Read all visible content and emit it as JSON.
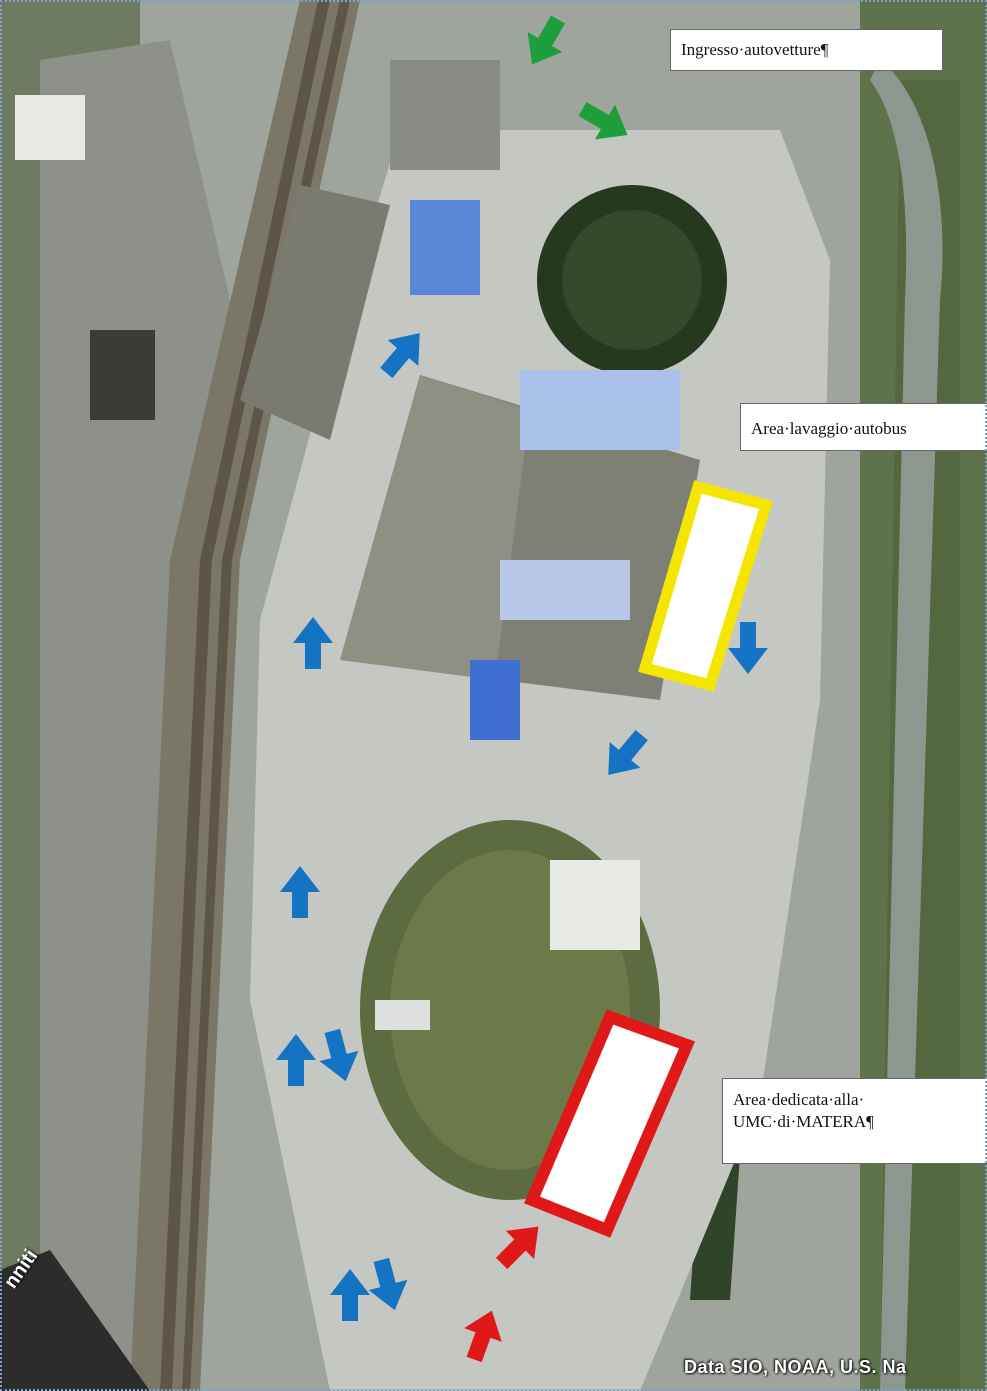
{
  "labels": {
    "car_entrance": "Ingresso·autovetture¶",
    "bus_wash_area": "Area·lavaggio·autobus",
    "umc_area_line1": "Area·dedicata·alla·",
    "umc_area_line2": "UMC·di·MATERA¶"
  },
  "attribution": "Data SIO, NOAA, U.S. Na",
  "corner_text": "nniti",
  "colors": {
    "entrance_arrows": "#1e9e3c",
    "flow_arrows": "#1473c2",
    "umc_arrows": "#e01818",
    "bus_wash_outline": "#f5e600",
    "umc_outline": "#e01818"
  }
}
